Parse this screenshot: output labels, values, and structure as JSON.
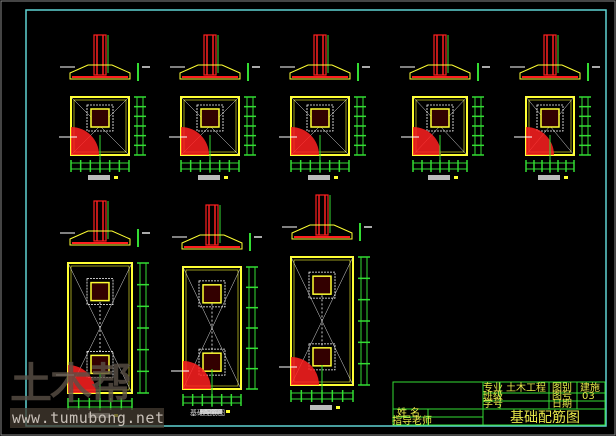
{
  "drawing": {
    "colors": {
      "frame": "#5fd3d3",
      "footing": "#ffff33",
      "dimension": "#33dd33",
      "rebar": "#ff2020",
      "text": "#e8e84a"
    },
    "top_row_footings": 5,
    "bottom_row_footings": 3,
    "caption": "基础配筋图"
  },
  "title_block": {
    "major_label": "专业",
    "major_value": "土木工程",
    "class_label": "班级",
    "student_id_label": "学号",
    "drawing_type_label": "图别",
    "drawing_type_value": "建施",
    "drawing_no_label": "图号",
    "drawing_no_value": "03",
    "date_label": "日期",
    "name_label": "姓 名",
    "advisor_label": "指导老师",
    "title": "基础配筋图"
  },
  "watermark": {
    "logo": "土木帮",
    "url": "www.tumubong.net"
  }
}
